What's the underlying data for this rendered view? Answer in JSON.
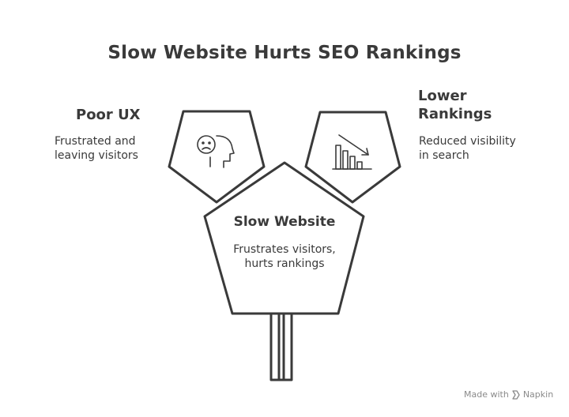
{
  "title": "Slow Website Hurts SEO Rankings",
  "nodes": {
    "poor_ux": {
      "title": "Poor UX",
      "description_line1": "Frustrated and",
      "description_line2": "leaving visitors",
      "icon": "frustrated-face-icon"
    },
    "lower_rankings": {
      "title_line1": "Lower",
      "title_line2": "Rankings",
      "description_line1": "Reduced visibility",
      "description_line2": "in search",
      "icon": "declining-bar-chart-icon"
    },
    "slow_website": {
      "title": "Slow Website",
      "description_line1": "Frustrates visitors,",
      "description_line2": "hurts rankings"
    }
  },
  "footer": {
    "made_with": "Made with",
    "brand": "Napkin",
    "icon": "napkin-logo-icon"
  },
  "colors": {
    "stroke": "#3a3a3a",
    "fill": "#ffffff",
    "muted": "#8a8a8a"
  }
}
